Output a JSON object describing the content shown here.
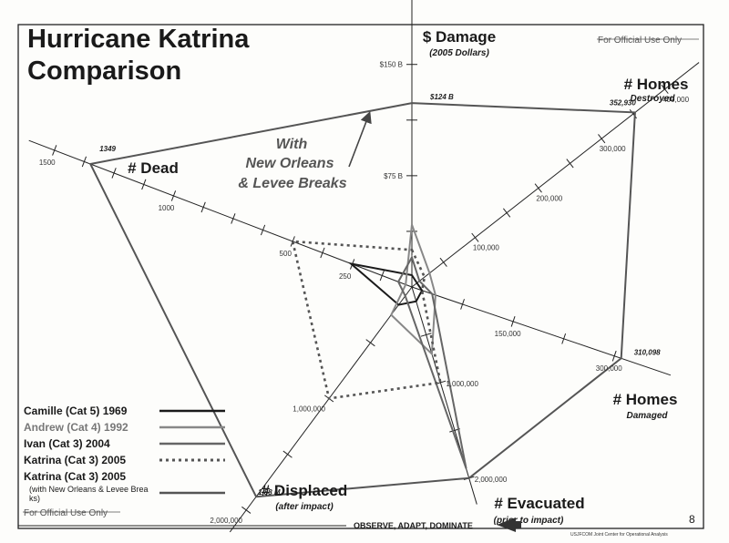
{
  "slide": {
    "title_line1": "Hurricane Katrina",
    "title_line2": "Comparison",
    "official_top": "For Official Use Only",
    "official_bottom": "For Official Use Only",
    "annotation_lines": [
      "With",
      "New Orleans",
      "& Levee Breaks"
    ],
    "footer": "OBSERVE, ADAPT, DOMINATE",
    "page_number": "8",
    "credit": "USJFCOM Joint Center for Operational Analysis"
  },
  "chart_data": {
    "type": "radar",
    "axes": [
      {
        "key": "damage",
        "title": "$ Damage",
        "subtitle": "(2005 Dollars)",
        "max": 175,
        "ticks": [
          {
            "v": 75,
            "label": "$75 B"
          },
          {
            "v": 150,
            "label": "$150 B"
          }
        ],
        "end_label": "$124 B"
      },
      {
        "key": "homes_destroyed",
        "title": "# Homes",
        "subtitle": "Destroyed",
        "max": 420000,
        "ticks": [
          {
            "v": 100000,
            "label": "100,000"
          },
          {
            "v": 200000,
            "label": "200,000"
          },
          {
            "v": 300000,
            "label": "300,000"
          },
          {
            "v": 400000,
            "label": "400,000"
          }
        ],
        "end_label": "352,930"
      },
      {
        "key": "homes_damaged",
        "title": "# Homes",
        "subtitle": "Damaged",
        "max": 345000,
        "ticks": [
          {
            "v": 150000,
            "label": "150,000"
          },
          {
            "v": 300000,
            "label": "300,000"
          }
        ],
        "end_label": "310,098"
      },
      {
        "key": "evacuated",
        "title": "# Evacuated",
        "subtitle": "(prior to impact)",
        "max": 2000000,
        "ticks": [
          {
            "v": 1000000,
            "label": "1,000,000"
          },
          {
            "v": 2000000,
            "label": "2,000,000"
          }
        ],
        "end_label": ""
      },
      {
        "key": "displaced",
        "title": "# Displaced",
        "subtitle": "(after impact)",
        "max": 2000000,
        "ticks": [
          {
            "v": 1000000,
            "label": "1,000,000"
          },
          {
            "v": 2000000,
            "label": "2,000,000"
          }
        ],
        "end_label": "1.88 M"
      },
      {
        "key": "dead",
        "title": "# Dead",
        "subtitle": "",
        "max": 1500,
        "ticks": [
          {
            "v": 250,
            "label": "250"
          },
          {
            "v": 500,
            "label": "500"
          },
          {
            "v": 1000,
            "label": "1000"
          },
          {
            "v": 1500,
            "label": "1500"
          }
        ],
        "end_label": "1349"
      }
    ],
    "series": [
      {
        "name": "Camille (Cat 5) 1969",
        "color": "#1a1a1a",
        "dash": "",
        "values": [
          8,
          8000,
          15000,
          150000,
          160000,
          256
        ]
      },
      {
        "name": "Andrew (Cat 4) 1992",
        "color": "#888888",
        "dash": "",
        "values": [
          42,
          28000,
          35000,
          700000,
          250000,
          26
        ]
      },
      {
        "name": "Ivan (Cat 3) 2004",
        "color": "#666666",
        "dash": "",
        "values": [
          20,
          12000,
          30000,
          1900000,
          80000,
          57
        ]
      },
      {
        "name": "Katrina (Cat 3) 2005",
        "color": "#555555",
        "dash": "3,4",
        "values": [
          25,
          20000,
          15000,
          1000000,
          1000000,
          500
        ]
      },
      {
        "name": "Katrina (Cat 3) 2005",
        "subname": "(with New Orleans & Levee Breaks)",
        "color": "#555555",
        "dash": "",
        "values": [
          124,
          352930,
          310098,
          2000000,
          1880000,
          1349
        ]
      }
    ]
  }
}
